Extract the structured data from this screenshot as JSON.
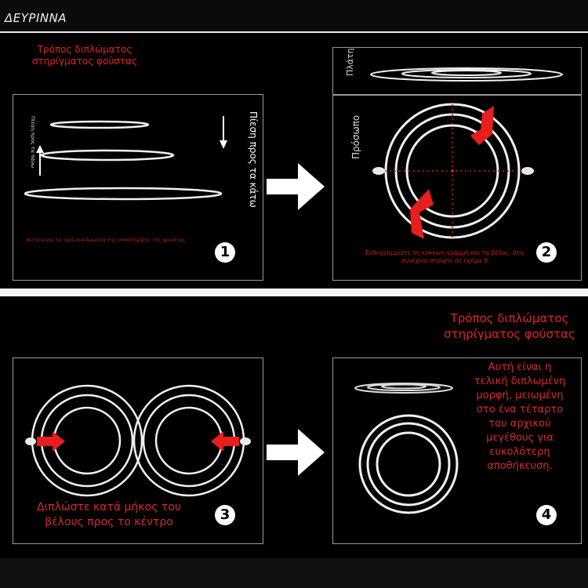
{
  "header": {
    "brand": "ΔΕΥΡΙΝΝΑ"
  },
  "section_top": {
    "title": "Τρόπος διπλώματος στηρίγματος φούστας",
    "panel1": {
      "press_up_label": "Πίεση προς τα πάνω",
      "press_down_label": "Πίεση προς τα κάτω",
      "caption": "Αυτά είναι τα τρία κυκλώματα της υποστήριξης της φούστας",
      "step": "1"
    },
    "panel2": {
      "plate_label": "Πλάτη",
      "front_label": "Πρόσωπο",
      "caption": "Ευθυγραμμίστε τη κόκκινη γραμμή και τα βέλος, στη συνέχεια στρίψτε σε σχήμα 8",
      "step": "2"
    }
  },
  "section_bottom": {
    "title": "Τρόπος διπλώματος στηρίγματος φούστας",
    "panel3": {
      "caption": "Διπλώστε κατά μήκος του βέλους προς το κέντρο",
      "step": "3"
    },
    "panel4": {
      "caption": "Αυτή είναι η τελική διπλωμένη μορφή, μειωμένη στο ένα τέταρτο του αρχικού μεγέθους για ευκολότερη αποθήκευση.",
      "step": "4"
    }
  },
  "colors": {
    "accent_red": "#e02424",
    "ring": "#f0f0f0"
  }
}
